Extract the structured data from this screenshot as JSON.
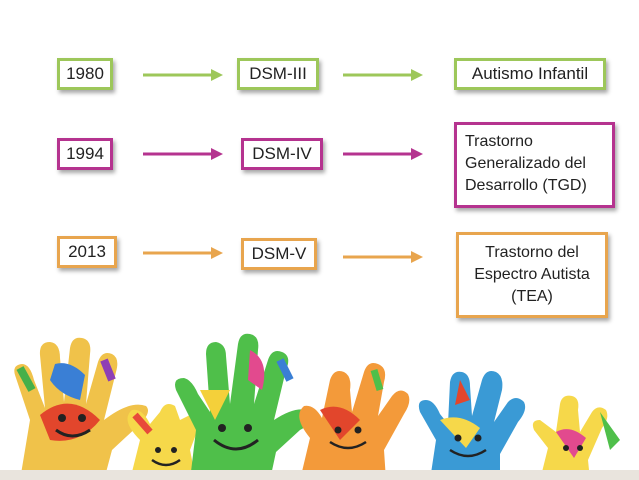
{
  "rows": [
    {
      "year": "1980",
      "manual": "DSM-III",
      "result": "Autismo Infantil",
      "color": "#9dc75a"
    },
    {
      "year": "1994",
      "manual": "DSM-IV",
      "result": "Trastorno\nGeneralizado del\nDesarrollo (TGD)",
      "color": "#b5338f"
    },
    {
      "year": "2013",
      "manual": "DSM-V",
      "result": "Trastorno del\nEspectro Autista\n(TEA)",
      "color": "#e8a54e"
    }
  ],
  "illustration": {
    "subject": "colorful painted children's hands with smiley faces"
  }
}
